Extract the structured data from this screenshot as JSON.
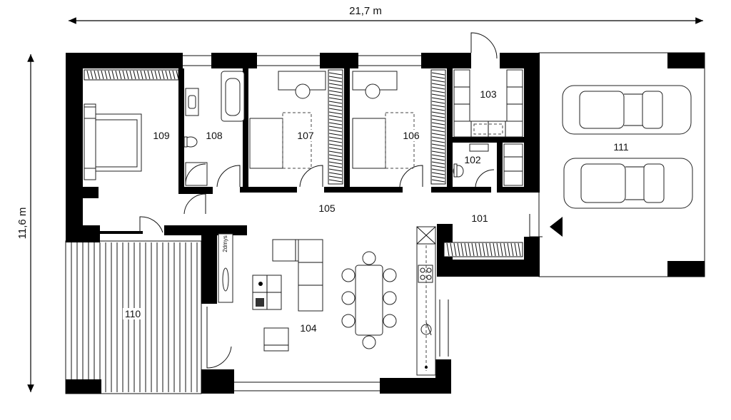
{
  "dimensions": {
    "width": "21,7 m",
    "height": "11,6 m"
  },
  "rooms": {
    "r101": "101",
    "r102": "102",
    "r103": "103",
    "r104": "104",
    "r105": "105",
    "r106": "106",
    "r107": "107",
    "r108": "108",
    "r109": "109",
    "r110": "110",
    "r111": "111"
  },
  "fireplace_label": "2dmys"
}
